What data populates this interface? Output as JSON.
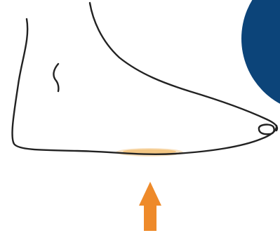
{
  "diagram": {
    "subject": "foot",
    "view": "side",
    "highlight": {
      "region": "sole-midfoot",
      "color": "#f2c27c"
    },
    "pressure_arrow": {
      "direction": "up",
      "color": "#ee8a2a"
    },
    "corner_badge": {
      "shape": "circle",
      "fill": "#0c4479",
      "ring": "#ffffff"
    },
    "outline_color": "#222222"
  }
}
